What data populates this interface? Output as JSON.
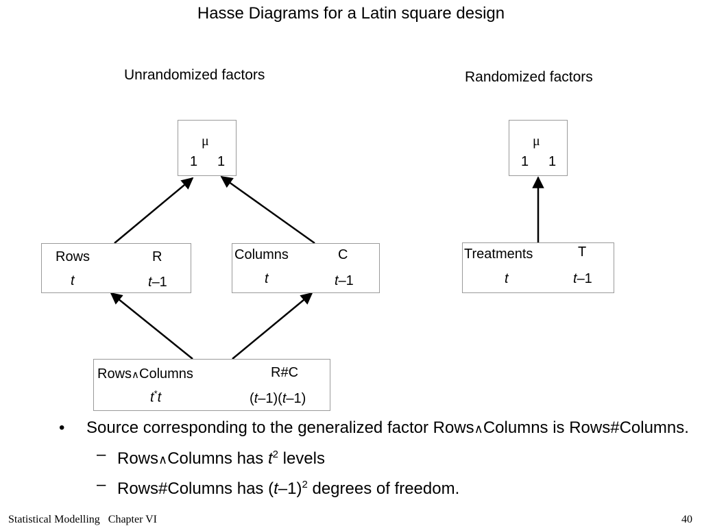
{
  "title": "Hasse Diagrams for a Latin square design",
  "unrandomized": {
    "heading": "Unrandomized factors",
    "mean": {
      "symbol": "μ",
      "levels": "1",
      "df": "1"
    },
    "rows": {
      "name": "Rows",
      "label": "R",
      "levels": "t",
      "df_t": "t",
      "df_rest": "–1"
    },
    "columns": {
      "name": "Columns",
      "label": "C",
      "levels": "t",
      "df_t": "t",
      "df_rest": "–1"
    },
    "interaction": {
      "name_a": "Rows",
      "op": "∧",
      "name_b": "Columns",
      "label": "R#C",
      "levels_a": "t",
      "levels_sup": "*",
      "levels_b": "t",
      "df_p1": "(",
      "df_t1": "t",
      "df_p2": "–1)(",
      "df_t2": "t",
      "df_p3": "–1)"
    }
  },
  "randomized": {
    "heading": "Randomized factors",
    "mean": {
      "symbol": "μ",
      "levels": "1",
      "df": "1"
    },
    "treatments": {
      "name": "Treatments",
      "label": "T",
      "levels": "t",
      "df_t": "t",
      "df_rest": "–1"
    }
  },
  "bullets": {
    "main_marker": "•",
    "main_a": "Source corresponding to the generalized factor Rows",
    "main_op": "∧",
    "main_b": "Columns is Rows#Columns.",
    "sub_marker": "–",
    "sub1_a": "Rows",
    "sub1_op": "∧",
    "sub1_b": "Columns has ",
    "sub1_t": "t",
    "sub1_sup": "2",
    "sub1_c": " levels",
    "sub2_a": "Rows#Columns has (",
    "sub2_t": "t",
    "sub2_b": "–1)",
    "sub2_sup": "2",
    "sub2_c": " degrees of freedom."
  },
  "footer": {
    "left": "Statistical Modelling   Chapter VI",
    "page": "40"
  }
}
